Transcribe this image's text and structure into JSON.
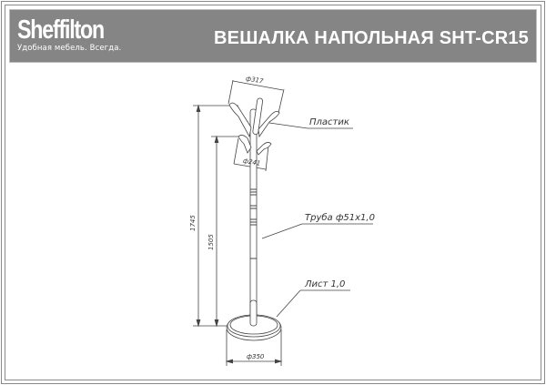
{
  "header": {
    "brand": "Sheffilton",
    "slogan": "Удобная мебель. Всегда.",
    "title": "ВЕШАЛКА НАПОЛЬНАЯ SHT-CR15"
  },
  "drawing": {
    "dim_top_diameter": "ф317",
    "dim_hook_diameter": "ф241",
    "dim_total_height": "1745",
    "dim_hook_height": "1505",
    "dim_base_diameter": "ф350",
    "label_plastic": "Пластик",
    "label_tube": "Труба ф51х1,0",
    "label_sheet": "Лист 1,0"
  }
}
